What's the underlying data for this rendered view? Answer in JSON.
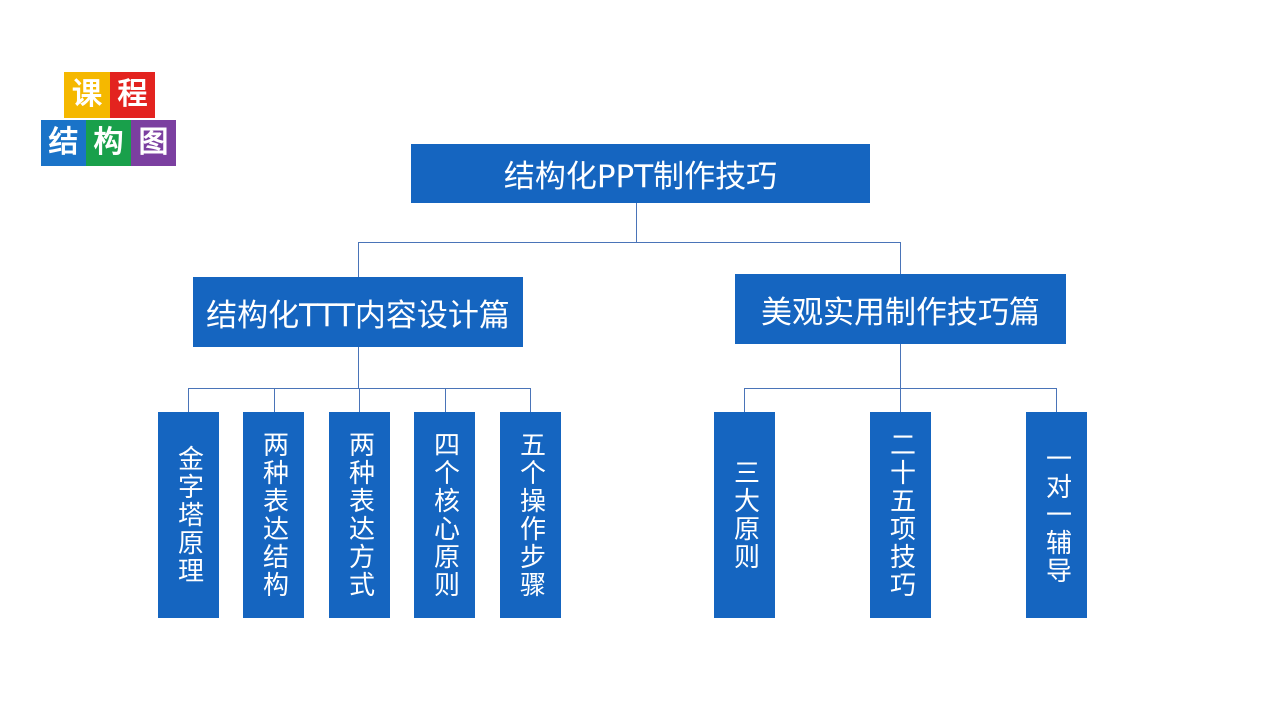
{
  "badge": {
    "chars": [
      "课",
      "程",
      "结",
      "构",
      "图"
    ],
    "colors": [
      "#f5b800",
      "#e3231f",
      "#1a73c8",
      "#19a04b",
      "#7b3fa0"
    ]
  },
  "diagram": {
    "root": "结构化PPT制作技巧",
    "branches": [
      {
        "title": "结构化TTT内容设计篇",
        "leaves": [
          "金字塔原理",
          "两种表达结构",
          "两种表达方式",
          "四个核心原则",
          "五个操作步骤"
        ]
      },
      {
        "title": "美观实用制作技巧篇",
        "leaves": [
          "三大原则",
          "二十五项技巧",
          "一对一辅导"
        ]
      }
    ],
    "box_color": "#1565c0",
    "line_color": "#4a74b8"
  }
}
